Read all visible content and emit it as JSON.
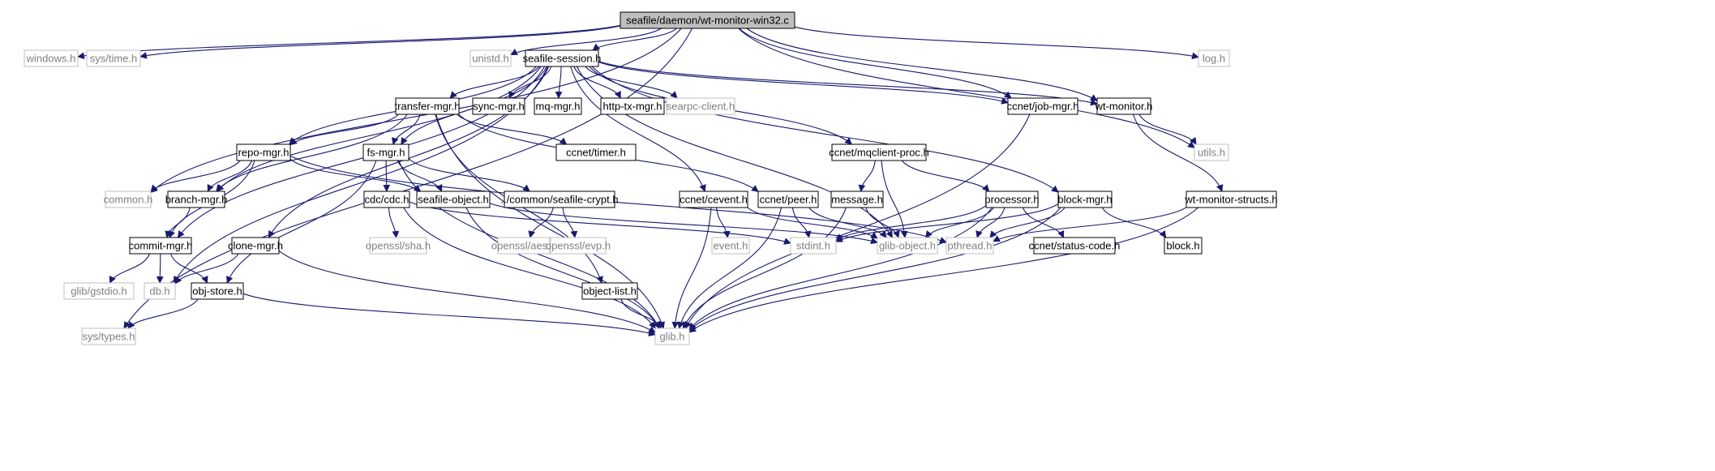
{
  "graph": {
    "colors": {
      "edge": "#191970",
      "root_fill": "#bfbfbf",
      "node_border": "#000000",
      "external_border": "#bfbfbf",
      "external_text": "#808080",
      "node_text": "#000000"
    },
    "nodes": [
      {
        "id": "root",
        "label": "seafile/daemon/wt-monitor-win32.c",
        "kind": "root"
      },
      {
        "id": "windows",
        "label": "windows.h",
        "kind": "external"
      },
      {
        "id": "systime",
        "label": "sys/time.h",
        "kind": "external"
      },
      {
        "id": "unistd",
        "label": "unistd.h",
        "kind": "external"
      },
      {
        "id": "session",
        "label": "seafile-session.h",
        "kind": "internal"
      },
      {
        "id": "log",
        "label": "log.h",
        "kind": "external"
      },
      {
        "id": "transfer",
        "label": "transfer-mgr.h",
        "kind": "internal"
      },
      {
        "id": "syncmgr",
        "label": "sync-mgr.h",
        "kind": "internal"
      },
      {
        "id": "mqmgr",
        "label": "mq-mgr.h",
        "kind": "internal"
      },
      {
        "id": "httptx",
        "label": "http-tx-mgr.h",
        "kind": "internal"
      },
      {
        "id": "searpc",
        "label": "searpc-client.h",
        "kind": "external"
      },
      {
        "id": "jobmgr",
        "label": "ccnet/job-mgr.h",
        "kind": "internal"
      },
      {
        "id": "wtmon",
        "label": "wt-monitor.h",
        "kind": "internal"
      },
      {
        "id": "repomgr",
        "label": "repo-mgr.h",
        "kind": "internal"
      },
      {
        "id": "fsmgr",
        "label": "fs-mgr.h",
        "kind": "internal"
      },
      {
        "id": "timer",
        "label": "ccnet/timer.h",
        "kind": "internal"
      },
      {
        "id": "mqclient",
        "label": "ccnet/mqclient-proc.h",
        "kind": "internal"
      },
      {
        "id": "utils",
        "label": "utils.h",
        "kind": "external"
      },
      {
        "id": "common",
        "label": "common.h",
        "kind": "external"
      },
      {
        "id": "branch",
        "label": "branch-mgr.h",
        "kind": "internal"
      },
      {
        "id": "cdc",
        "label": "cdc/cdc.h",
        "kind": "internal"
      },
      {
        "id": "seafobj",
        "label": "seafile-object.h",
        "kind": "internal"
      },
      {
        "id": "crypt",
        "label": "../common/seafile-crypt.h",
        "kind": "internal"
      },
      {
        "id": "cevent",
        "label": "ccnet/cevent.h",
        "kind": "internal"
      },
      {
        "id": "peer",
        "label": "ccnet/peer.h",
        "kind": "internal"
      },
      {
        "id": "message",
        "label": "message.h",
        "kind": "internal"
      },
      {
        "id": "processor",
        "label": "processor.h",
        "kind": "internal"
      },
      {
        "id": "blockmgr",
        "label": "block-mgr.h",
        "kind": "internal"
      },
      {
        "id": "wtstructs",
        "label": "wt-monitor-structs.h",
        "kind": "internal"
      },
      {
        "id": "commit",
        "label": "commit-mgr.h",
        "kind": "internal"
      },
      {
        "id": "clone",
        "label": "clone-mgr.h",
        "kind": "internal"
      },
      {
        "id": "sha",
        "label": "openssl/sha.h",
        "kind": "external"
      },
      {
        "id": "aes",
        "label": "openssl/aes.h",
        "kind": "external"
      },
      {
        "id": "evp",
        "label": "openssl/evp.h",
        "kind": "external"
      },
      {
        "id": "event",
        "label": "event.h",
        "kind": "external"
      },
      {
        "id": "stdint",
        "label": "stdint.h",
        "kind": "external"
      },
      {
        "id": "globj",
        "label": "glib-object.h",
        "kind": "external"
      },
      {
        "id": "pthread",
        "label": "pthread.h",
        "kind": "external"
      },
      {
        "id": "status",
        "label": "ccnet/status-code.h",
        "kind": "internal"
      },
      {
        "id": "block",
        "label": "block.h",
        "kind": "internal"
      },
      {
        "id": "gstdio",
        "label": "glib/gstdio.h",
        "kind": "external"
      },
      {
        "id": "db",
        "label": "db.h",
        "kind": "external"
      },
      {
        "id": "objstore",
        "label": "obj-store.h",
        "kind": "internal"
      },
      {
        "id": "objlist",
        "label": "object-list.h",
        "kind": "internal"
      },
      {
        "id": "systypes",
        "label": "sys/types.h",
        "kind": "external"
      },
      {
        "id": "glib",
        "label": "glib.h",
        "kind": "external"
      }
    ],
    "edges": [
      [
        "root",
        "windows"
      ],
      [
        "root",
        "systime"
      ],
      [
        "root",
        "unistd"
      ],
      [
        "root",
        "session"
      ],
      [
        "root",
        "log"
      ],
      [
        "root",
        "common"
      ],
      [
        "root",
        "systypes"
      ],
      [
        "root",
        "jobmgr"
      ],
      [
        "root",
        "wtmon"
      ],
      [
        "root",
        "utils"
      ],
      [
        "session",
        "transfer"
      ],
      [
        "session",
        "syncmgr"
      ],
      [
        "session",
        "mqmgr"
      ],
      [
        "session",
        "httptx"
      ],
      [
        "session",
        "searpc"
      ],
      [
        "session",
        "jobmgr"
      ],
      [
        "session",
        "wtmon"
      ],
      [
        "session",
        "repomgr"
      ],
      [
        "session",
        "fsmgr"
      ],
      [
        "session",
        "mqclient"
      ],
      [
        "session",
        "branch"
      ],
      [
        "session",
        "commit"
      ],
      [
        "session",
        "clone"
      ],
      [
        "session",
        "db"
      ],
      [
        "session",
        "cevent"
      ],
      [
        "session",
        "globj"
      ],
      [
        "session",
        "blockmgr"
      ],
      [
        "transfer",
        "repomgr"
      ],
      [
        "transfer",
        "fsmgr"
      ],
      [
        "transfer",
        "timer"
      ],
      [
        "transfer",
        "branch"
      ],
      [
        "transfer",
        "peer"
      ],
      [
        "transfer",
        "objlist"
      ],
      [
        "transfer",
        "glib"
      ],
      [
        "repomgr",
        "common"
      ],
      [
        "repomgr",
        "branch"
      ],
      [
        "repomgr",
        "commit"
      ],
      [
        "repomgr",
        "seafobj"
      ],
      [
        "repomgr",
        "pthread"
      ],
      [
        "fsmgr",
        "cdc"
      ],
      [
        "fsmgr",
        "seafobj"
      ],
      [
        "fsmgr",
        "crypt"
      ],
      [
        "fsmgr",
        "objstore"
      ],
      [
        "fsmgr",
        "glib"
      ],
      [
        "cdc",
        "sha"
      ],
      [
        "cdc",
        "stdint"
      ],
      [
        "cdc",
        "glib"
      ],
      [
        "seafobj",
        "globj"
      ],
      [
        "seafobj",
        "glib"
      ],
      [
        "crypt",
        "aes"
      ],
      [
        "crypt",
        "evp"
      ],
      [
        "mqclient",
        "message"
      ],
      [
        "mqclient",
        "processor"
      ],
      [
        "mqclient",
        "globj"
      ],
      [
        "message",
        "globj"
      ],
      [
        "message",
        "glib"
      ],
      [
        "processor",
        "stdint"
      ],
      [
        "processor",
        "globj"
      ],
      [
        "processor",
        "pthread"
      ],
      [
        "processor",
        "status"
      ],
      [
        "processor",
        "glib"
      ],
      [
        "cevent",
        "event"
      ],
      [
        "cevent",
        "glib"
      ],
      [
        "cevent",
        "globj"
      ],
      [
        "peer",
        "stdint"
      ],
      [
        "peer",
        "globj"
      ],
      [
        "peer",
        "glib"
      ],
      [
        "blockmgr",
        "block"
      ],
      [
        "blockmgr",
        "pthread"
      ],
      [
        "blockmgr",
        "stdint"
      ],
      [
        "blockmgr",
        "glib"
      ],
      [
        "wtmon",
        "utils"
      ],
      [
        "wtmon",
        "wtstructs"
      ],
      [
        "wtstructs",
        "pthread"
      ],
      [
        "wtstructs",
        "glib"
      ],
      [
        "jobmgr",
        "glib"
      ],
      [
        "branch",
        "commit"
      ],
      [
        "commit",
        "gstdio"
      ],
      [
        "commit",
        "db"
      ],
      [
        "commit",
        "objstore"
      ],
      [
        "clone",
        "db"
      ],
      [
        "clone",
        "glib"
      ],
      [
        "objstore",
        "systypes"
      ],
      [
        "objstore",
        "glib"
      ],
      [
        "objlist",
        "glib"
      ]
    ]
  }
}
